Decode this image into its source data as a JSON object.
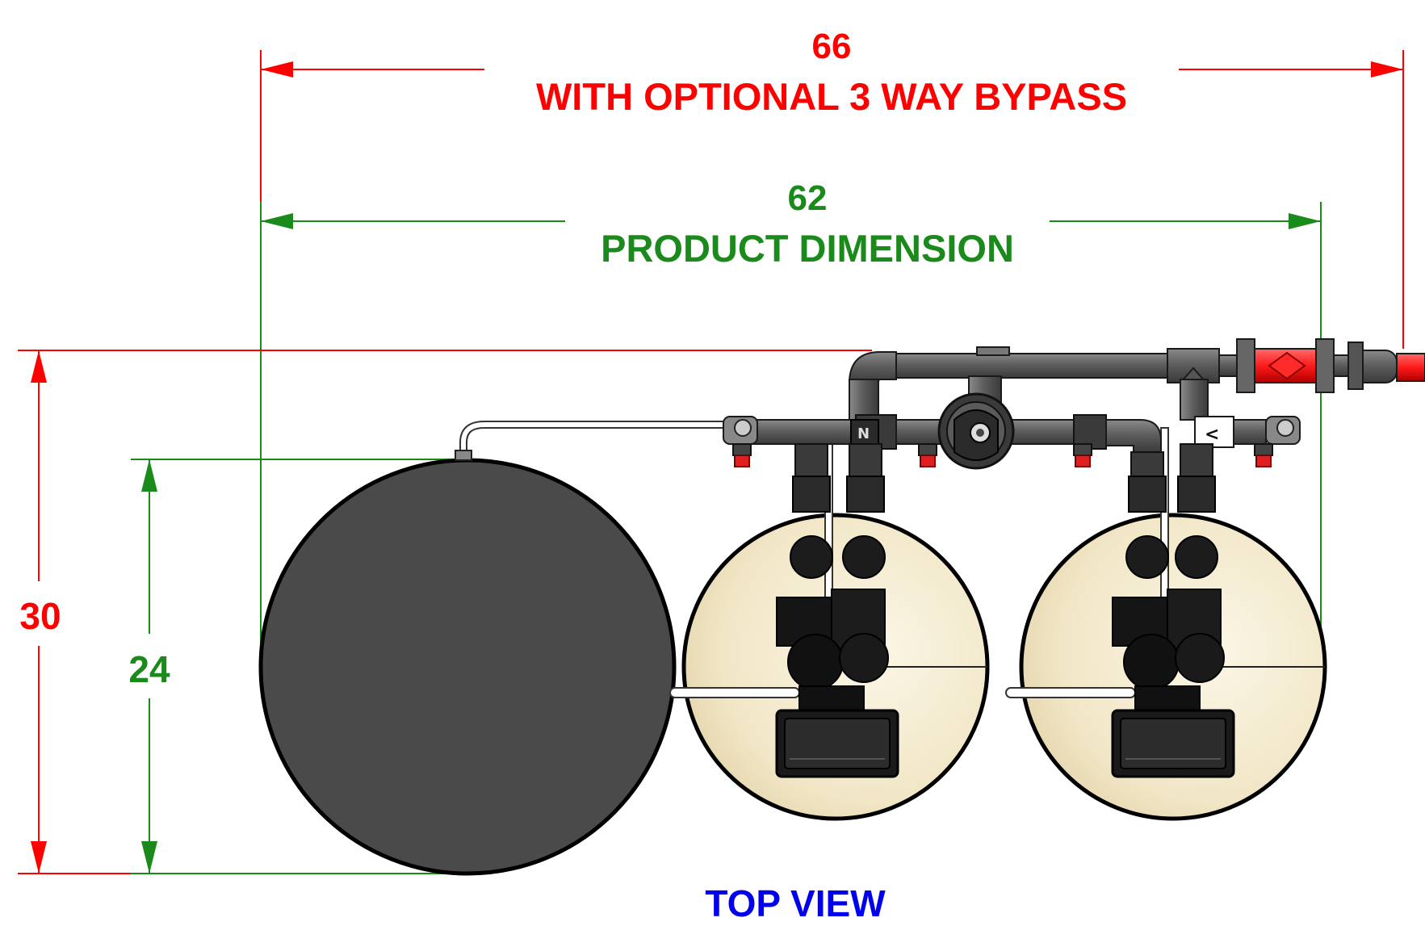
{
  "dimensions": {
    "overall": {
      "value": "66",
      "caption": "WITH OPTIONAL 3 WAY BYPASS"
    },
    "product": {
      "value": "62",
      "caption": "PRODUCT DIMENSION"
    },
    "height_total": {
      "value": "30"
    },
    "height_tank": {
      "value": "24"
    }
  },
  "view_label": "TOP VIEW",
  "colors": {
    "overall_dim": "#ff0000",
    "product_dim": "#1a8a1a",
    "view_label": "#0000ee",
    "brine_tank": "#4a4a4a",
    "media_tank": "#f1e7c8",
    "pipe": "#5a5a5a",
    "valve_body": "#1c1c1c",
    "bypass_valve": "#ff2020"
  }
}
